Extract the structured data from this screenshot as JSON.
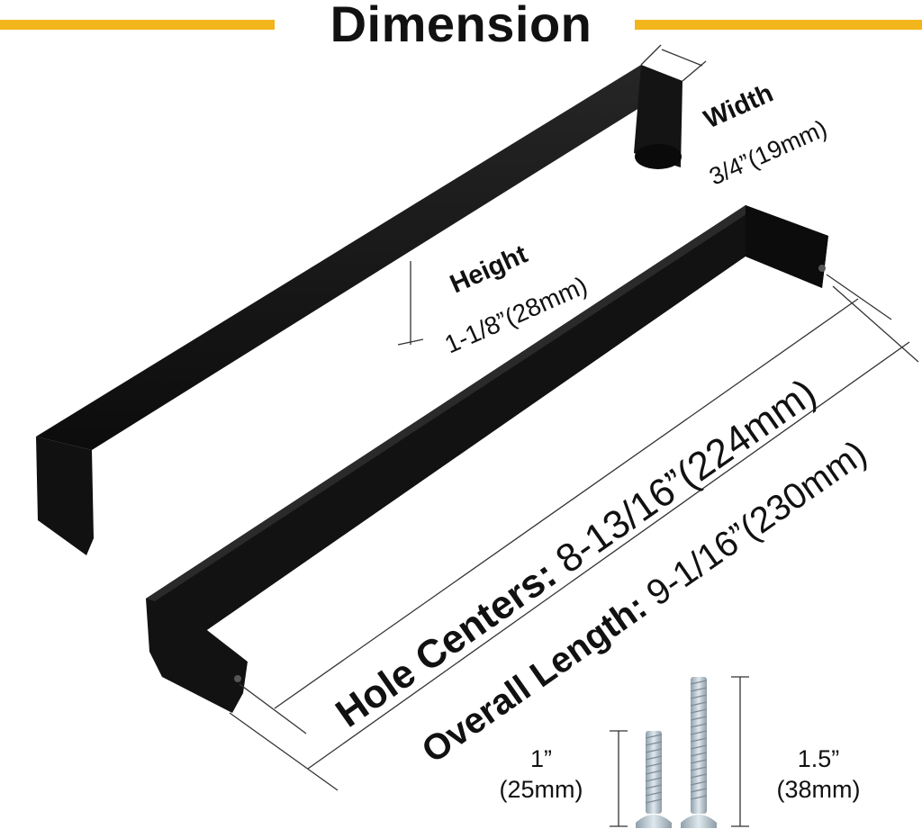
{
  "title": "Dimension",
  "colors": {
    "accent": "#f2b51b",
    "handle": "#0f0f0f",
    "text": "#111111",
    "screw": "#b8c6cf"
  },
  "width": {
    "label": "Width",
    "value": "3/4”(19mm)"
  },
  "height": {
    "label": "Height",
    "value": "1-1/8”(28mm)"
  },
  "hole_centers": {
    "label": "Hole Centers:",
    "value": "8-13/16”(224mm)"
  },
  "overall_length": {
    "label": "Overall Length:",
    "value": "9-1/16”(230mm)"
  },
  "screws": [
    {
      "inch": "1”",
      "mm": "(25mm)"
    },
    {
      "inch": "1.5”",
      "mm": "(38mm)"
    }
  ]
}
